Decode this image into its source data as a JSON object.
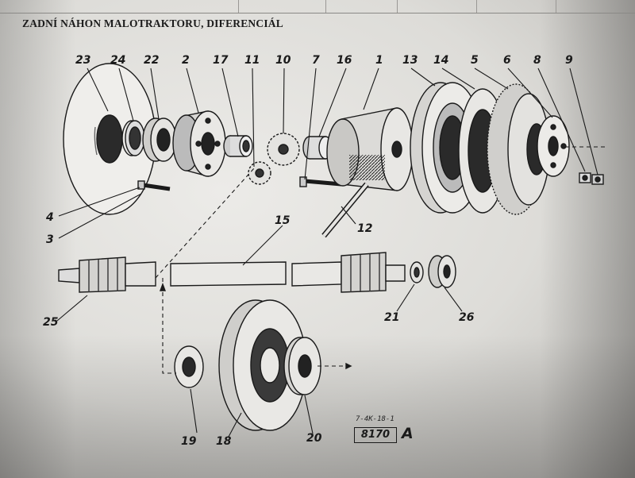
{
  "document": {
    "title": "ZADNÍ NÁHON MALOTRAKTORU, DIFERENCIÁL",
    "drawing_code_small": "7-4K-18-1",
    "drawing_number": "8170",
    "drawing_revision": "A"
  },
  "callouts": [
    "23",
    "24",
    "22",
    "2",
    "17",
    "11",
    "10",
    "7",
    "16",
    "1",
    "13",
    "14",
    "5",
    "6",
    "8",
    "9",
    "4",
    "3",
    "12",
    "15",
    "25",
    "21",
    "26",
    "19",
    "18",
    "20"
  ]
}
